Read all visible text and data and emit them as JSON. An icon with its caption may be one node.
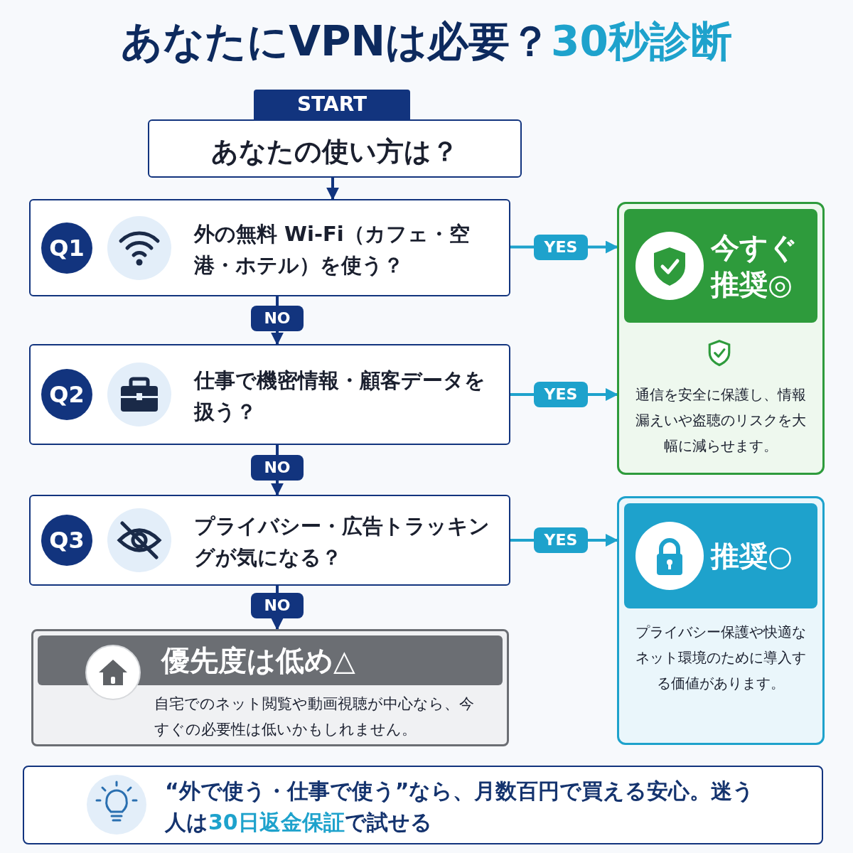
{
  "diagram": {
    "title": "あなたにVPNは必要？**30秒診断**",
    "nodes": [
      {
        "text": [
          "START",
          "あなたの使い方は？"
        ]
      },
      {
        "text": [
          "Q1",
          "外の無料 Wi-Fi（カフェ・空港・ホテル）を使う？"
        ]
      },
      {
        "text": [
          "Q2",
          "仕事で機密情報・顧客データを扱う？"
        ]
      },
      {
        "text": [
          "Q3",
          "プライバシー・広告トラッキングが気になる？"
        ]
      },
      {
        "text": [
          "今すぐ推奨◎",
          "通信を安全に保護し、情報漏えいや盗聴のリスクを大幅に減らせます。"
        ]
      },
      {
        "text": [
          "推奨○",
          "プライバシー保護や快適なネット環境のために導入する価値があります。"
        ]
      },
      {
        "text": [
          "優先度は低め△",
          "自宅でのネット閲覧や動画視聴が中心なら、今すぐの必要性は低いかもしれません。"
        ]
      },
      {
        "text": [
          "“外で使う・仕事で使う”なら、月数百円で買える安心。迷う人は**30日返金保証**で試せる"
        ]
      }
    ],
    "edges": [
      {
        "from": 0,
        "to": 1,
        "arrow": "to"
      },
      {
        "from": 1,
        "to": 4,
        "arrow": "to",
        "label": "YES",
        "color": "#1ea2cc"
      },
      {
        "from": 1,
        "to": 2,
        "arrow": "to",
        "label": "NO"
      },
      {
        "from": 2,
        "to": 4,
        "arrow": "to",
        "label": "YES",
        "color": "#1ea2cc"
      },
      {
        "from": 2,
        "to": 3,
        "arrow": "to",
        "label": "NO"
      },
      {
        "from": 3,
        "to": 5,
        "arrow": "to",
        "label": "YES",
        "color": "#1ea2cc"
      },
      {
        "from": 3,
        "to": 6,
        "arrow": "to",
        "label": "NO"
      }
    ]
  }
}
